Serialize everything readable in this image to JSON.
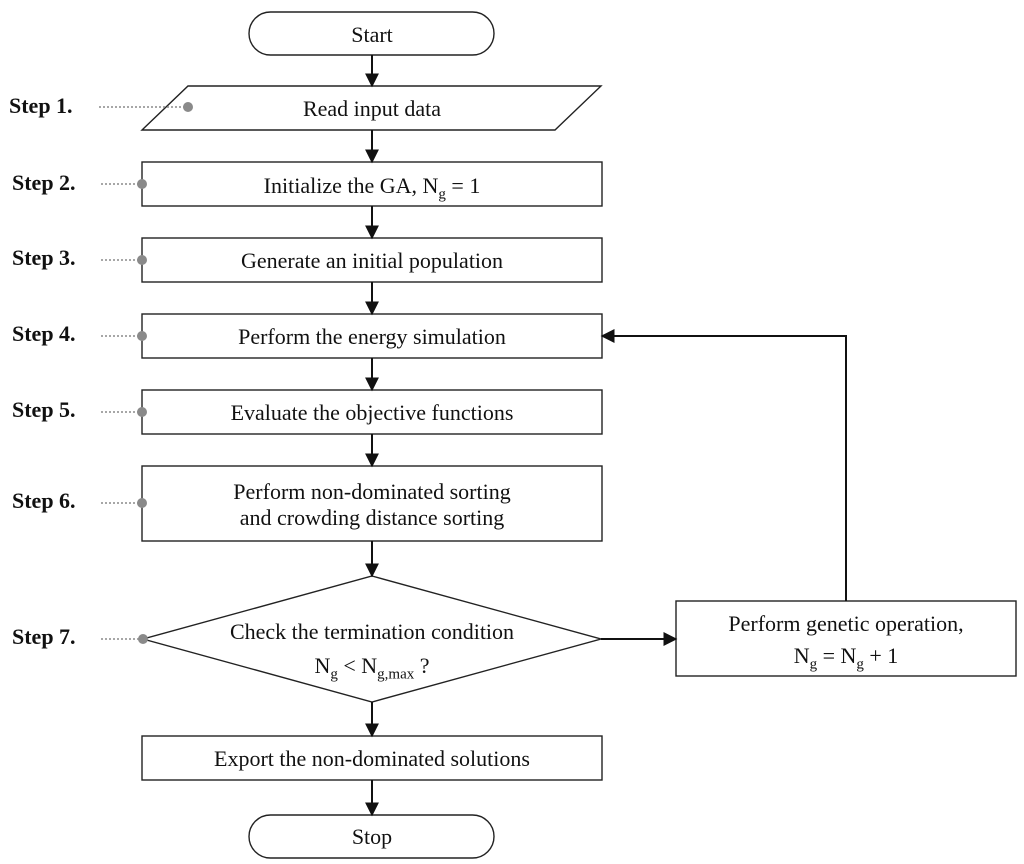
{
  "steps": {
    "s1": "Step 1.",
    "s2": "Step 2.",
    "s3": "Step 3.",
    "s4": "Step 4.",
    "s5": "Step 5.",
    "s6": "Step 6.",
    "s7": "Step 7."
  },
  "nodes": {
    "start": "Start",
    "read": "Read input data",
    "init_prefix": "Initialize the GA, N",
    "init_sub": "g",
    "init_suffix": " = 1",
    "generate": "Generate an initial population",
    "simulate": "Perform the energy simulation",
    "evaluate": "Evaluate the objective functions",
    "sort_line1": "Perform non-dominated sorting",
    "sort_line2": "and crowding distance sorting",
    "check_line1": "Check the termination condition",
    "check_n1": "N",
    "check_sub1": "g",
    "check_lt": " < N",
    "check_sub2": "g,max",
    "check_q": " ?",
    "genetic_line1": "Perform genetic operation,",
    "genetic_n1": "N",
    "genetic_sub1": "g",
    "genetic_eq": " = N",
    "genetic_sub2": "g",
    "genetic_plus": " + 1",
    "export": "Export the non-dominated solutions",
    "stop": "Stop"
  }
}
